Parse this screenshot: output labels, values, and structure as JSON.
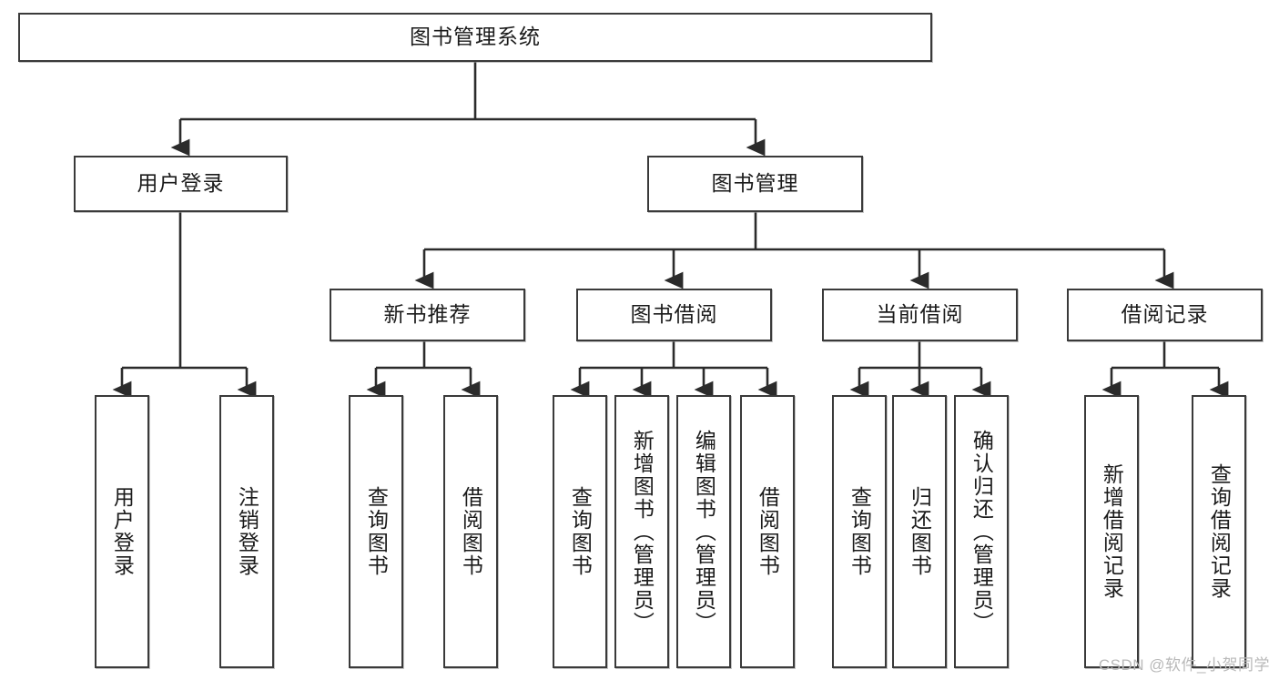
{
  "diagram": {
    "type": "tree-hierarchy",
    "title": "图书管理系统",
    "watermark": "CSDN @软件_小贺同学",
    "colors": {
      "box_border": "#3a3a3a",
      "box_fill": "#ffffff",
      "edge": "#2b2b2b",
      "text": "#1b1b1b",
      "watermark": "#b9b9b9"
    },
    "levels": {
      "level1": [
        {
          "id": "root",
          "label": "图书管理系统",
          "orientation": "horizontal"
        }
      ],
      "level2": [
        {
          "id": "user-login",
          "label": "用户登录",
          "orientation": "horizontal",
          "parent": "root"
        },
        {
          "id": "book-manage",
          "label": "图书管理",
          "orientation": "horizontal",
          "parent": "root"
        }
      ],
      "level3": [
        {
          "id": "new-book-rec",
          "label": "新书推荐",
          "orientation": "horizontal",
          "parent": "book-manage"
        },
        {
          "id": "book-borrow",
          "label": "图书借阅",
          "orientation": "horizontal",
          "parent": "book-manage"
        },
        {
          "id": "current-borrow",
          "label": "当前借阅",
          "orientation": "horizontal",
          "parent": "book-manage"
        },
        {
          "id": "borrow-record",
          "label": "借阅记录",
          "orientation": "horizontal",
          "parent": "book-manage"
        }
      ],
      "leaves": [
        {
          "id": "leaf-user-login",
          "label": "用户登录",
          "orientation": "vertical",
          "parent": "user-login"
        },
        {
          "id": "leaf-logout",
          "label": "注销登录",
          "orientation": "vertical",
          "parent": "user-login"
        },
        {
          "id": "leaf-query-book-1",
          "label": "查询图书",
          "orientation": "vertical",
          "parent": "new-book-rec"
        },
        {
          "id": "leaf-borrow-book-1",
          "label": "借阅图书",
          "orientation": "vertical",
          "parent": "new-book-rec"
        },
        {
          "id": "leaf-query-book-2",
          "label": "查询图书",
          "orientation": "vertical",
          "parent": "book-borrow"
        },
        {
          "id": "leaf-add-book",
          "label": "新增图书（管理员）",
          "orientation": "vertical",
          "parent": "book-borrow"
        },
        {
          "id": "leaf-edit-book",
          "label": "编辑图书（管理员）",
          "orientation": "vertical",
          "parent": "book-borrow"
        },
        {
          "id": "leaf-borrow-book-2",
          "label": "借阅图书",
          "orientation": "vertical",
          "parent": "book-borrow"
        },
        {
          "id": "leaf-query-book-3",
          "label": "查询图书",
          "orientation": "vertical",
          "parent": "current-borrow"
        },
        {
          "id": "leaf-return-book",
          "label": "归还图书",
          "orientation": "vertical",
          "parent": "current-borrow"
        },
        {
          "id": "leaf-confirm-return",
          "label": "确认归还（管理员）",
          "orientation": "vertical",
          "parent": "current-borrow"
        },
        {
          "id": "leaf-add-record",
          "label": "新增借阅记录",
          "orientation": "vertical",
          "parent": "borrow-record"
        },
        {
          "id": "leaf-query-record",
          "label": "查询借阅记录",
          "orientation": "vertical",
          "parent": "borrow-record"
        }
      ]
    }
  }
}
